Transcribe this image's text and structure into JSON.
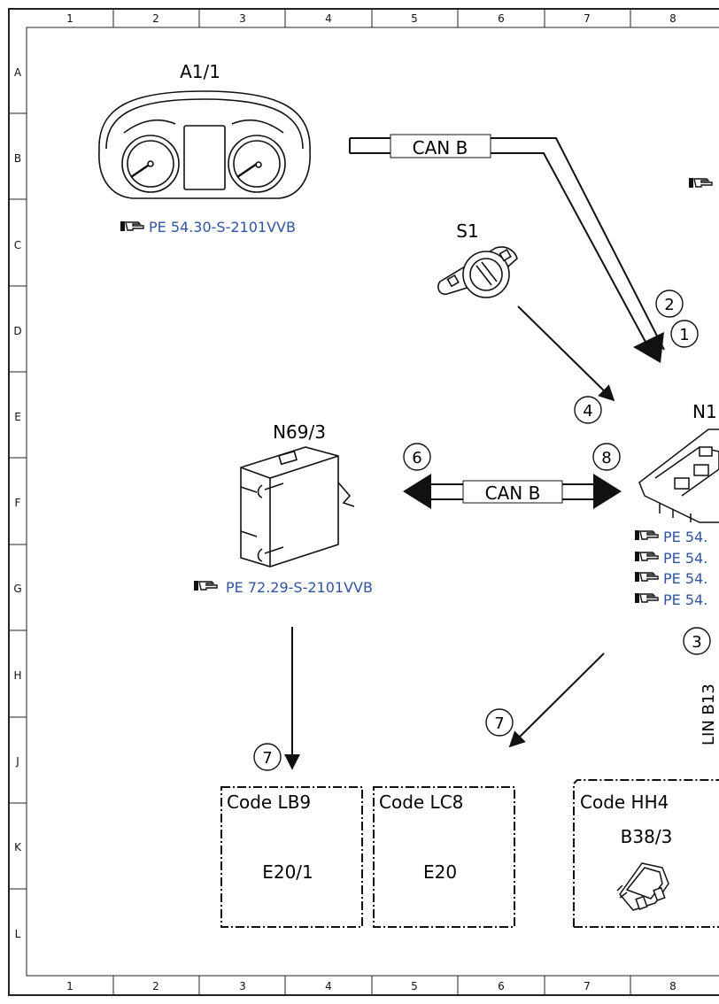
{
  "frame": {
    "columns": [
      "1",
      "2",
      "3",
      "4",
      "5",
      "6",
      "7",
      "8"
    ],
    "rows": [
      "A",
      "B",
      "C",
      "D",
      "E",
      "F",
      "G",
      "H",
      "J",
      "K",
      "L"
    ]
  },
  "components": {
    "a11": {
      "label": "A1/1",
      "ref": "PE 54.30-S-2101VVB"
    },
    "s1": {
      "label": "S1"
    },
    "n69": {
      "label": "N69/3",
      "ref": "PE 72.29-S-2101VVB"
    },
    "n1": {
      "label_partial": "N1"
    },
    "n1_refs": [
      "PE 54.",
      "PE 54.",
      "PE 54.",
      "PE 54."
    ]
  },
  "buses": {
    "top": "CAN B",
    "middle": "CAN B",
    "lin_partial": "LIN B13"
  },
  "markers": {
    "m1": "1",
    "m2": "2",
    "m3": "3",
    "m4": "4",
    "m6": "6",
    "m7a": "7",
    "m7b": "7",
    "m8": "8"
  },
  "code_boxes": [
    {
      "code": "Code LB9",
      "component": "E20/1"
    },
    {
      "code": "Code LC8",
      "component": "E20"
    },
    {
      "code": "Code HH4",
      "component": "B38/3"
    }
  ],
  "icons": {
    "reference": "pointing-hand-icon"
  },
  "colors": {
    "reference_text": "#2f54a0"
  }
}
